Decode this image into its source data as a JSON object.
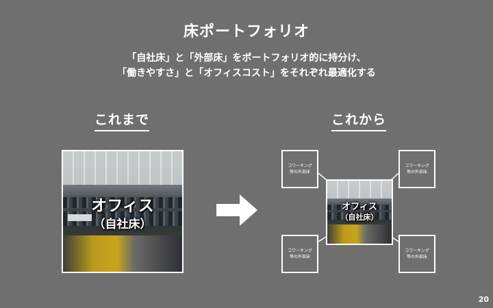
{
  "slide": {
    "title": "床ポートフォリオ",
    "subtitle_line1": "「自社床」と「外部床」をポートフォリオ的に持分け、",
    "subtitle_line2": "「働きやすさ」と「オフィスコスト」をそれぞれ最適化する",
    "before_heading": "これまで",
    "after_heading": "これから",
    "office_label": "オフィス",
    "office_sublabel": "（自社床）",
    "external_line1": "コワーキング",
    "external_line2": "等の外部床",
    "page_number": "20"
  },
  "colors": {
    "background": "#6f6f6f",
    "foreground": "#ffffff"
  },
  "icons": {
    "arrow": "right-arrow-icon"
  }
}
